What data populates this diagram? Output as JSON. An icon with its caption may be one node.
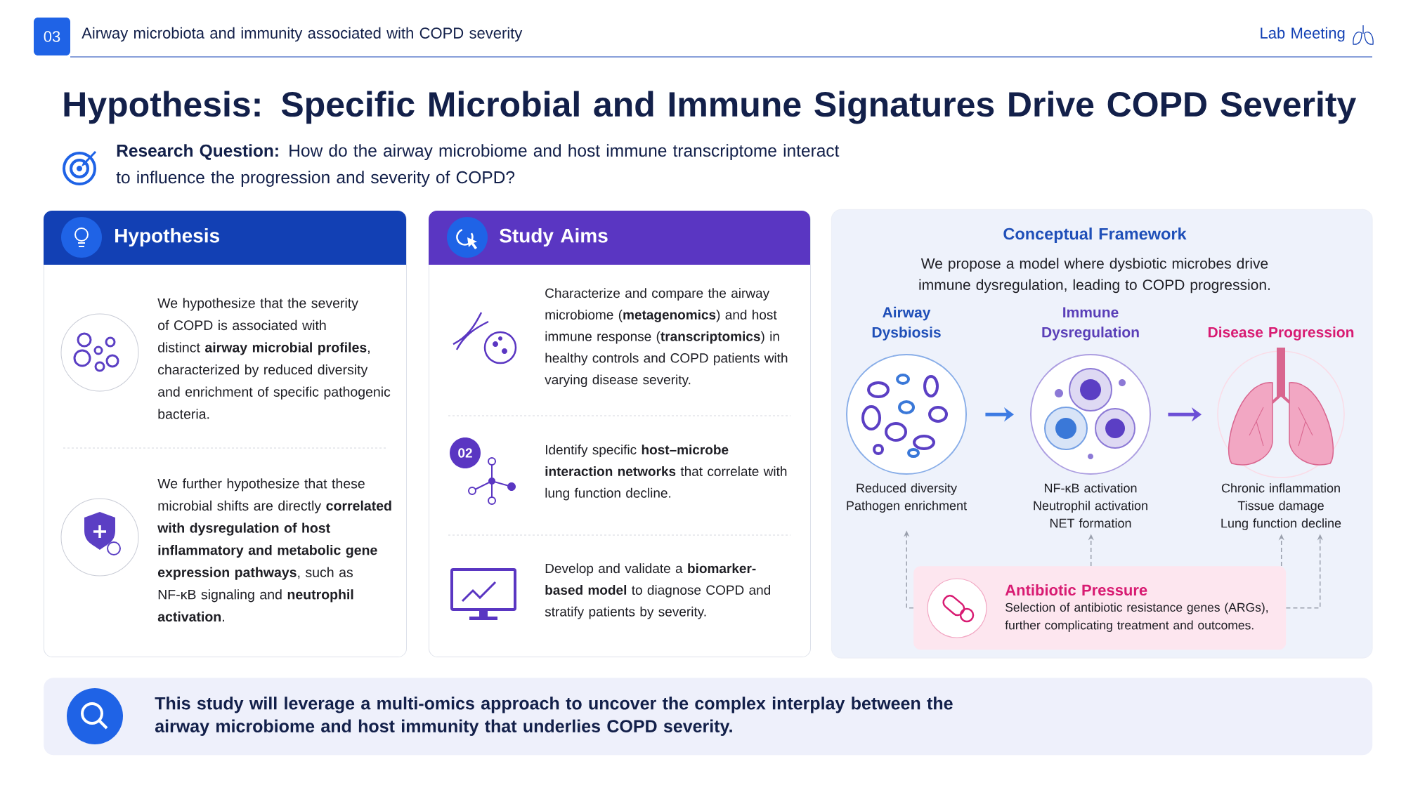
{
  "diagram": {
    "title": "Hypothesis: Specific Microbial and Immune Signatures Drive COPD Severity",
    "nodes": [
      {
        "text": [
          "Hypothesis",
          "We hypothesize that the severity of COPD is associated with distinct **airway microbial profiles**, characterized by reduced diversity and enrichment of specific pathogenic bacteria.",
          "We further hypothesize that these microbial shifts are directly **correlated with dysregulation of host inflammatory and metabolic gene expression pathways**, such as NF-κB signaling and **neutrophil activation**."
        ]
      },
      {
        "text": [
          "Study Aims",
          "Characterize and compare the airway microbiome (**metagenomics**) and host immune response (**transcriptomics**) in healthy controls and COPD patients with varying disease severity.",
          "Identify specific **host–microbe interaction networks** that correlate with lung function decline.",
          "Develop and validate a **biomarker-based model** to diagnose COPD and stratify patients by severity."
        ]
      },
      {
        "text": [
          "Conceptual Framework",
          "We propose a model where dysbiotic microbes drive immune dysregulation, leading to COPD progression."
        ]
      },
      {
        "text": [
          "Airway Dysbiosis",
          "Reduced diversity",
          "Pathogen enrichment"
        ],
        "in": 2
      },
      {
        "text": [
          "Immune Dysregulation",
          "NF-κB activation",
          "Neutrophil activation",
          "NET formation"
        ],
        "in": 2
      },
      {
        "text": [
          "Disease Progression",
          "Chronic inflammation",
          "Tissue damage",
          "Lung function decline"
        ],
        "in": 2
      },
      {
        "text": [
          "Antibiotic Pressure",
          "Selection of antibiotic resistance genes (ARGs), further complicating treatment and outcomes."
        ],
        "in": 2
      },
      {
        "text": [
          "This study will leverage a multi-omics approach to uncover the complex interplay between the airway microbiome and host immunity that underlies COPD severity."
        ]
      }
    ],
    "edges": [
      {
        "from": 3,
        "to": 4,
        "arrow": "to",
        "style": "thick",
        "color": "#3d7be3"
      },
      {
        "from": 4,
        "to": 5,
        "arrow": "to",
        "style": "thick",
        "color": "#6c4fd6"
      },
      {
        "from": 6,
        "to": 3,
        "arrow": "to",
        "style": "dashed"
      },
      {
        "from": 6,
        "to": 4,
        "arrow": "to",
        "style": "dashed"
      },
      {
        "from": 6,
        "to": 5,
        "arrow": "to",
        "style": "dashed"
      },
      {
        "from": 6,
        "to": 5,
        "arrow": "to",
        "style": "dashed"
      }
    ],
    "labels": [
      "03",
      "Airway microbiota and immunity associated with COPD severity",
      "Lab Meeting",
      "**Research Question:** How do the airway microbiome and host immune transcriptome interact to influence the progression and severity of COPD?",
      "02"
    ]
  }
}
